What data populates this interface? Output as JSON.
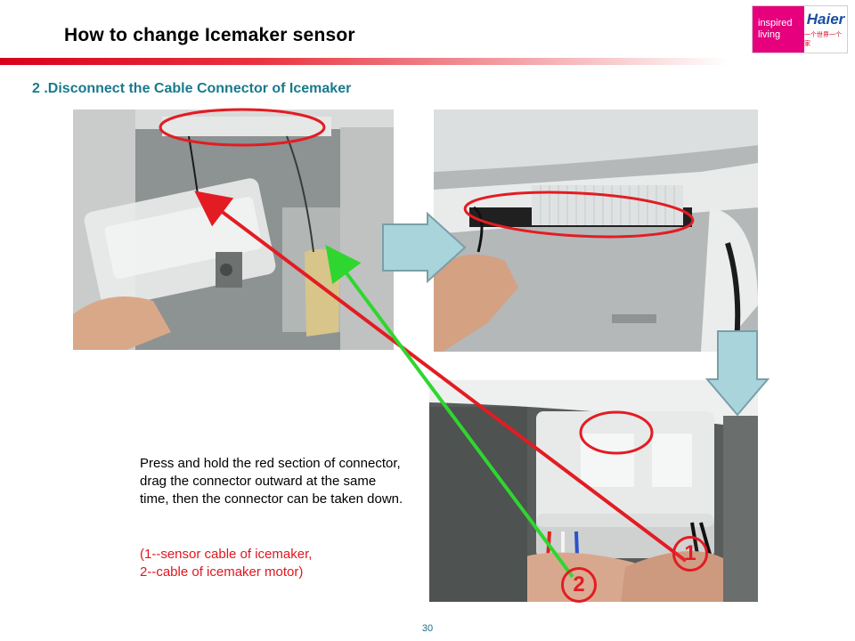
{
  "header": {
    "title": "How to change Icemaker sensor",
    "logo_left_line1": "inspired",
    "logo_left_line2": "living",
    "logo_brand": "Haier",
    "logo_slogan": "一个世界一个家"
  },
  "subtitle": "2 .Disconnect the Cable Connector of Icemaker",
  "instructions": "Press and hold the red section of connector, drag the connector outward at the same time, then the connector can be taken down.",
  "note_line1": "(1--sensor cable of icemaker,",
  "note_line2": "2--cable of icemaker motor)",
  "badges": {
    "one": "1",
    "two": "2"
  },
  "page_number": "30",
  "colors": {
    "title_red": "#d9001b",
    "subtitle_teal": "#1a7a8c",
    "annotation_red": "#e31c23",
    "annotation_green": "#2fd62f",
    "arrow_fill": "#a9d4dc"
  },
  "photos": [
    {
      "id": "photo-1",
      "subject": "icemaker-removed-hand"
    },
    {
      "id": "photo-2",
      "subject": "cable-slot-closeup"
    },
    {
      "id": "photo-3",
      "subject": "connector-closeup-fingers"
    }
  ]
}
